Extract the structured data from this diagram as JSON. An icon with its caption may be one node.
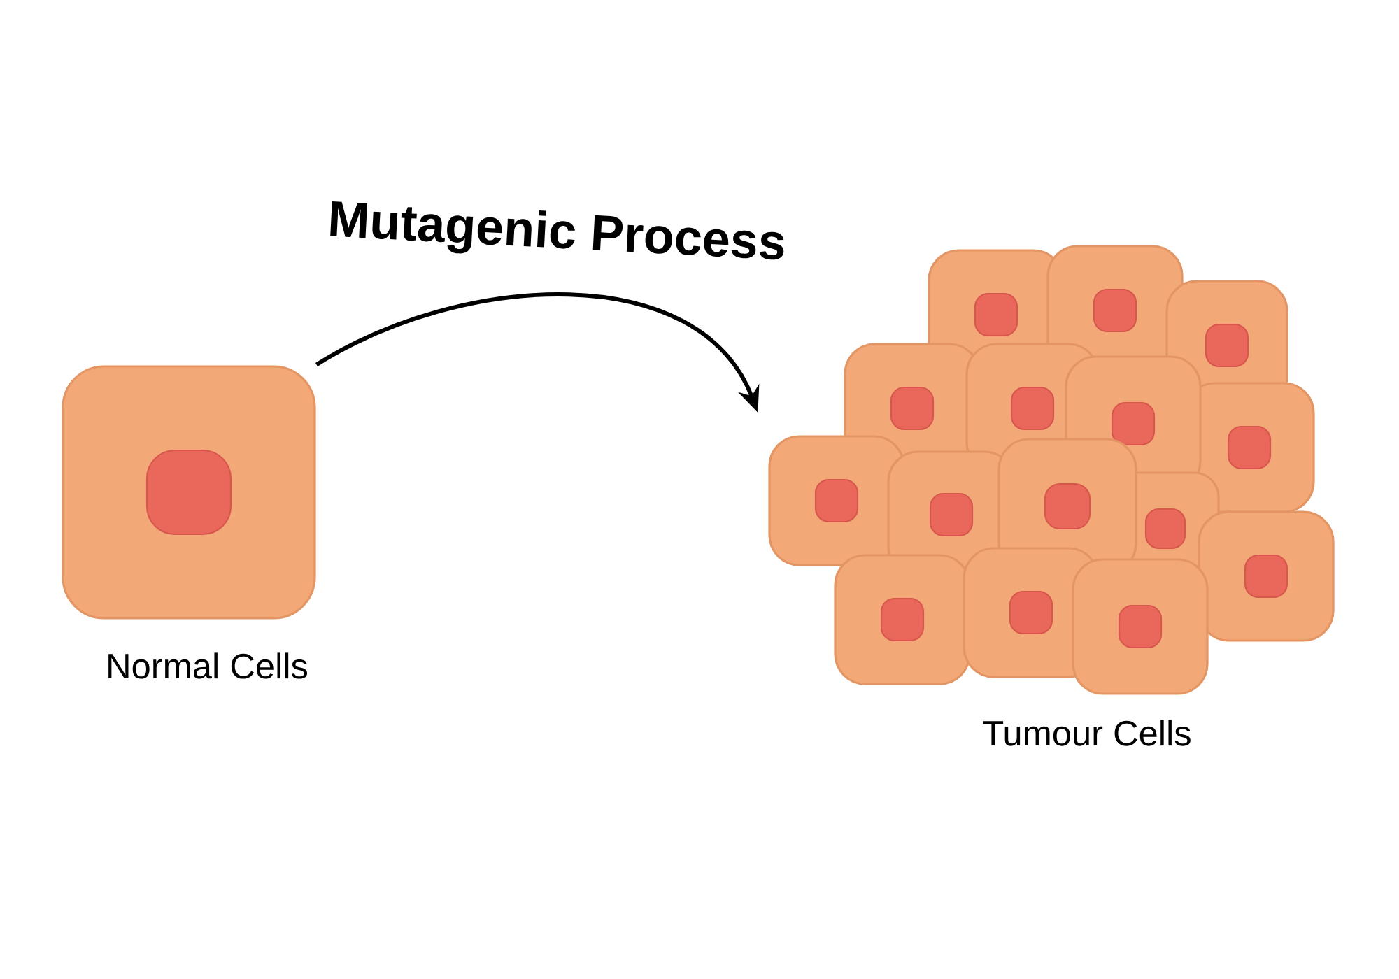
{
  "diagram": {
    "nodes": [
      {
        "text": [],
        "shape": "picture",
        "beside": [
          "Normal Cells"
        ]
      },
      {
        "text": [],
        "shape": "picture",
        "beside": [
          "Tumour Cells"
        ]
      }
    ],
    "edges": [
      {
        "from": 0,
        "to": 1,
        "arrow": "to",
        "label": "Mutagenic Process"
      }
    ]
  }
}
